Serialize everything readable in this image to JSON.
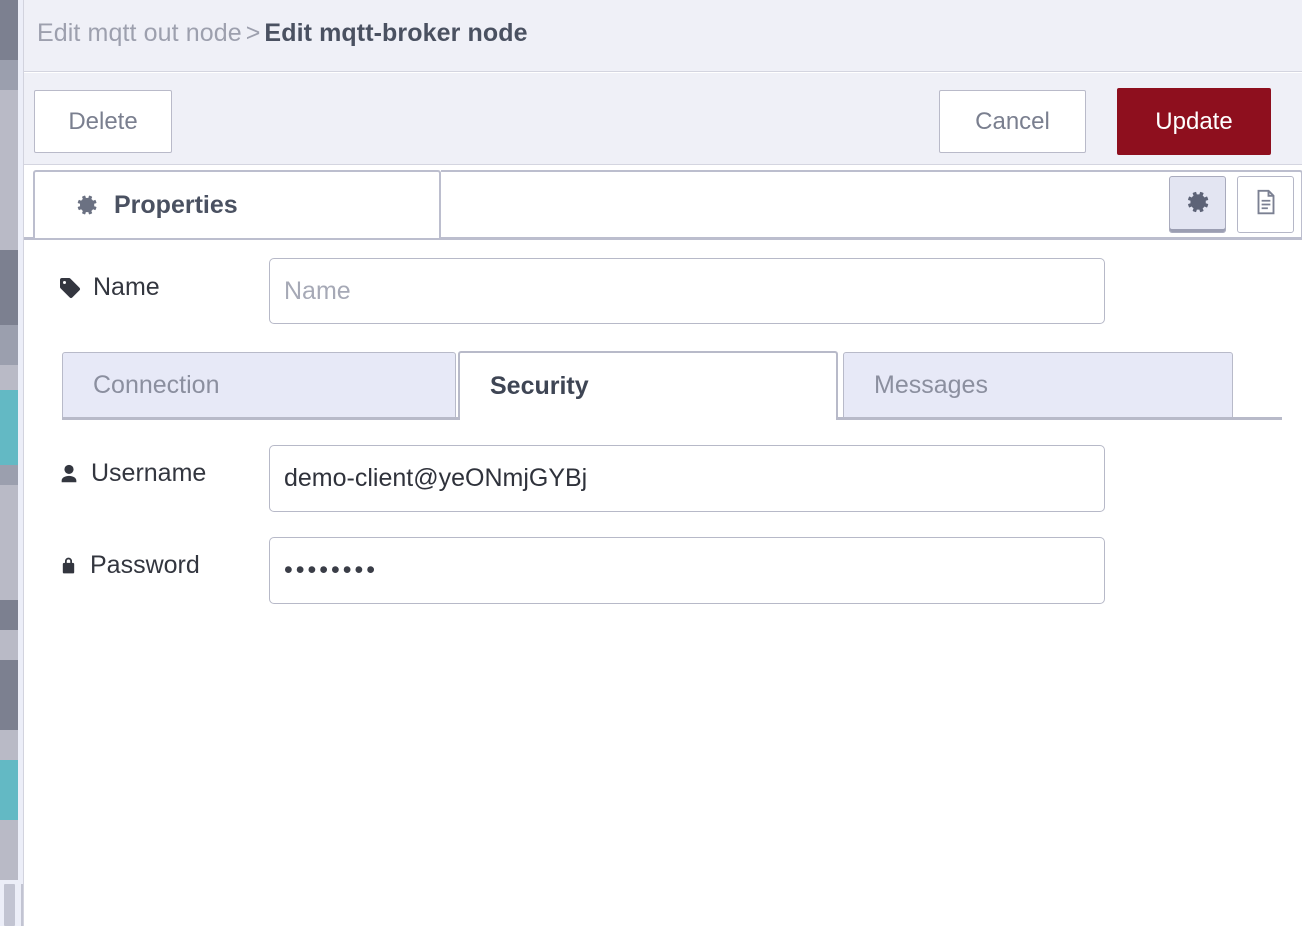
{
  "breadcrumb": {
    "previous": "Edit mqtt out node",
    "separator": ">",
    "current": "Edit mqtt-broker node"
  },
  "actions": {
    "delete_label": "Delete",
    "cancel_label": "Cancel",
    "update_label": "Update",
    "update_color": "#8e0f1e"
  },
  "tabs": {
    "main": [
      {
        "label": "Properties",
        "icon": "gear-icon",
        "active": true
      }
    ],
    "icon_buttons": [
      {
        "icon": "gear-icon",
        "active": true
      },
      {
        "icon": "document-icon",
        "active": false
      }
    ]
  },
  "form": {
    "name": {
      "label": "Name",
      "icon": "tag-icon",
      "value": "",
      "placeholder": "Name"
    },
    "subtabs": [
      {
        "label": "Connection",
        "active": false
      },
      {
        "label": "Security",
        "active": true
      },
      {
        "label": "Messages",
        "active": false
      }
    ],
    "username": {
      "label": "Username",
      "icon": "user-icon",
      "value": "demo-client@yeONmjGYBj",
      "placeholder": ""
    },
    "password": {
      "label": "Password",
      "icon": "lock-icon",
      "value": "••••••••",
      "placeholder": ""
    }
  },
  "theme": {
    "header_bg": "#eff0f7",
    "border": "#bcbece",
    "text_muted": "#9da0ae",
    "text_dark": "#4a5161",
    "subtab_inactive_bg": "#e7e9f7"
  }
}
